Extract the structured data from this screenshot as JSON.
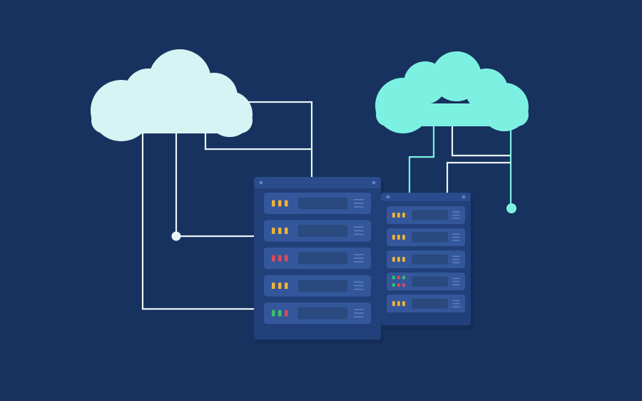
{
  "colors": {
    "background": "#17325e",
    "cloud_left": "#d7f4f5",
    "cloud_right": "#7cf1e2",
    "wire_white": "#e9f4f5",
    "wire_teal": "#7cf1e2",
    "rack_frame": "#213f79",
    "rack_header": "#2a4c8c",
    "rack_shadow": "#112a55",
    "unit_face": "#33579a",
    "unit_panel": "#29497f",
    "unit_vent": "#5b80be",
    "led_amber": "#f2b233",
    "led_red": "#e2485a",
    "led_green": "#3bc36b"
  },
  "illustration": {
    "subject": "cloud-to-server-infrastructure",
    "clouds": [
      {
        "id": "cloud-left",
        "color": "cloud_left"
      },
      {
        "id": "cloud-right",
        "color": "cloud_right"
      }
    ],
    "server_racks": [
      {
        "id": "rack-large",
        "units": [
          {
            "leds": [
              "amber",
              "amber",
              "amber"
            ]
          },
          {
            "leds": [
              "amber",
              "amber",
              "amber"
            ]
          },
          {
            "leds": [
              "red",
              "red",
              "red"
            ]
          },
          {
            "leds": [
              "amber",
              "amber",
              "amber"
            ]
          },
          {
            "leds": [
              "green",
              "green",
              "red"
            ]
          }
        ]
      },
      {
        "id": "rack-small",
        "units": [
          {
            "leds": [
              "amber",
              "amber",
              "amber"
            ]
          },
          {
            "leds": [
              "amber",
              "amber",
              "amber"
            ]
          },
          {
            "leds": [
              "amber",
              "amber",
              "amber"
            ]
          },
          {
            "leds": [
              "green",
              "red",
              "green"
            ],
            "second_row": [
              "green",
              "red",
              "red"
            ]
          },
          {
            "leds": [
              "amber",
              "amber",
              "amber"
            ]
          }
        ]
      }
    ]
  }
}
